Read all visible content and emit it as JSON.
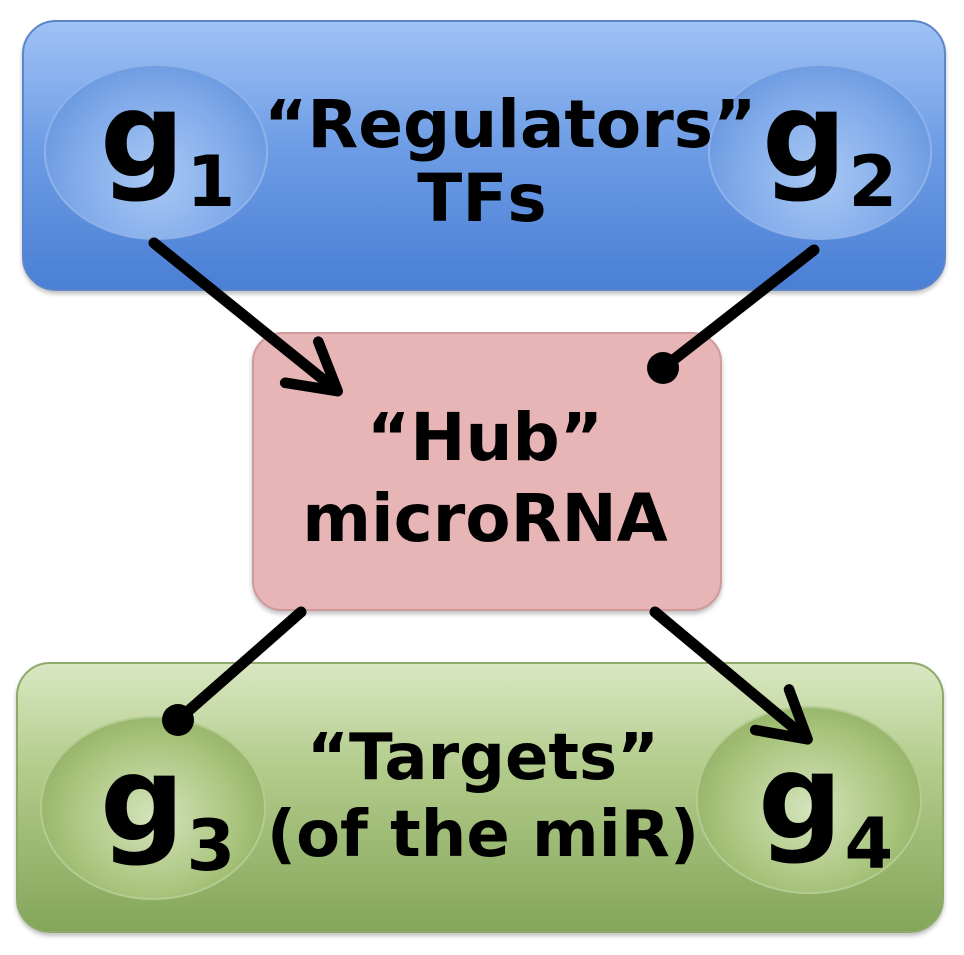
{
  "regulators": {
    "title": "“Regulators”",
    "subtitle": "TFs",
    "color": "#6f9ee6"
  },
  "hub": {
    "title": "“Hub”",
    "subtitle": "microRNA",
    "color": "#e7b5b6"
  },
  "targets": {
    "title": "“Targets”",
    "subtitle": "(of the miR)",
    "color": "#a8c47c"
  },
  "genes": {
    "g1": {
      "letter": "g",
      "index": "1"
    },
    "g2": {
      "letter": "g",
      "index": "2"
    },
    "g3": {
      "letter": "g",
      "index": "3"
    },
    "g4": {
      "letter": "g",
      "index": "4"
    }
  },
  "edges": [
    {
      "from": "g1",
      "to": "hub",
      "type": "activation-arrow"
    },
    {
      "from": "g2",
      "to": "hub",
      "type": "repression-dot"
    },
    {
      "from": "hub",
      "to": "g3",
      "type": "repression-dot"
    },
    {
      "from": "hub",
      "to": "g4",
      "type": "activation-arrow"
    }
  ]
}
